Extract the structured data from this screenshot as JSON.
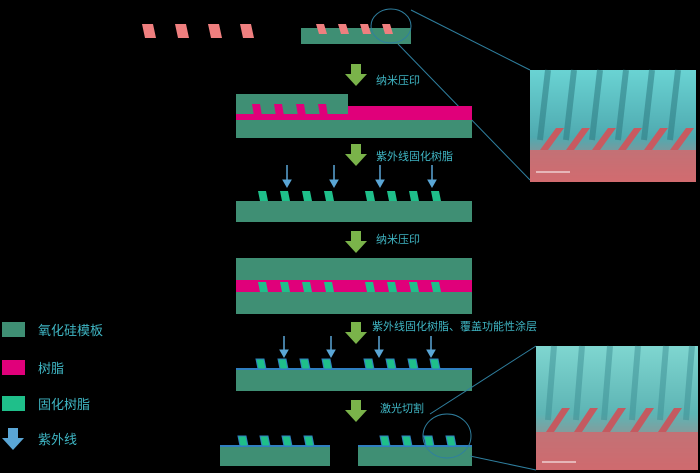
{
  "steps": [
    "纳米压印",
    "紫外线固化树脂",
    "纳米压印",
    "紫外线固化树脂、覆盖功能性涂层",
    "激光切割"
  ],
  "legend": [
    {
      "label": "氧化硅模板",
      "color": "#3f8f74"
    },
    {
      "label": "树脂",
      "color": "#e0007a"
    },
    {
      "label": "固化树脂",
      "color": "#1fbf8a"
    },
    {
      "label": "紫外线",
      "color": "#5aa6d6"
    }
  ],
  "colors": {
    "template": "#3f8f74",
    "resin": "#e0007a",
    "cured": "#1fbf8a",
    "fin_pink": "#ef7f7f",
    "uv": "#5aa6d6",
    "process_arrow": "#7ab34a",
    "label_text": "#3fb6c4",
    "callout_line": "#2f7f9f"
  }
}
